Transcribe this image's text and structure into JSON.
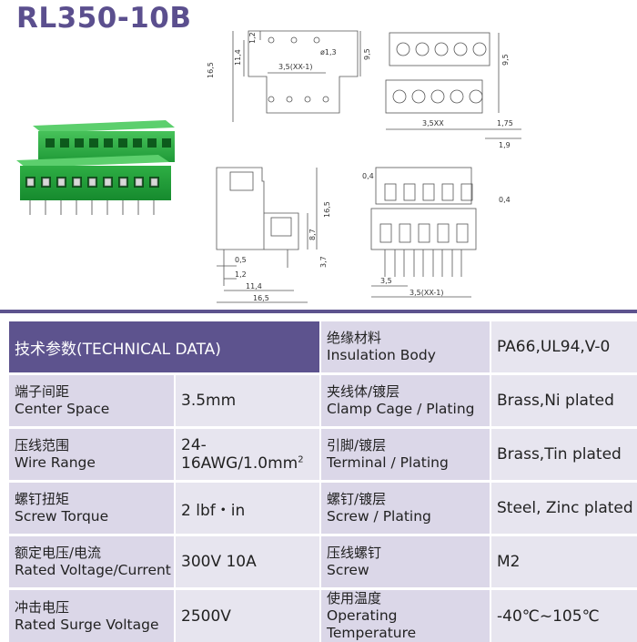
{
  "title": "RL350-10B",
  "drawing_labels": {
    "h16_5": "16,5",
    "h11_4": "11,4",
    "h1_2": "1,2",
    "pitch_formula": "3,5(XX-1)",
    "hole": "ø1,3",
    "h9_5a": "9,5",
    "h9_5b": "9,5",
    "w3_5xx": "3,5XX",
    "w1_75": "1,75",
    "w1_9": "1,9",
    "s0_4a": "0,4",
    "s0_4b": "0,4",
    "s16_5": "16,5",
    "s8_7": "8,7",
    "s3_7": "3,7",
    "s0_5": "0,5",
    "s1_2": "1,2",
    "s11_4": "11,4",
    "s16_5b": "16,5",
    "p3_5": "3,5",
    "p3_5xx": "3,5(XX-1)"
  },
  "table": {
    "header": "技术参数(TECHNICAL DATA)",
    "left": [
      {
        "cn": "端子间距",
        "en": "Center Space",
        "value": "3.5mm"
      },
      {
        "cn": "压线范围",
        "en": "Wire Range",
        "value": "24-16AWG/1.0mm",
        "sup": "2"
      },
      {
        "cn": "螺钉扭矩",
        "en": "Screw Torque",
        "value": "2 lbf・in"
      },
      {
        "cn": "额定电压/电流",
        "en": "Rated Voltage/Current",
        "value": "300V 10A"
      },
      {
        "cn": "冲击电压",
        "en": "Rated Surge Voltage",
        "value": "2500V"
      }
    ],
    "right": [
      {
        "cn": "绝缘材料",
        "en": "Insulation Body",
        "value": "PA66,UL94,V-0"
      },
      {
        "cn": "夹线体/镀层",
        "en": "Clamp Cage / Plating",
        "value": "Brass,Ni plated"
      },
      {
        "cn": "引脚/镀层",
        "en": "Terminal / Plating",
        "value": "Brass,Tin plated"
      },
      {
        "cn": "螺钉/镀层",
        "en": "Screw / Plating",
        "value": "Steel, Zinc plated"
      },
      {
        "cn": "压线螺钉",
        "en": "Screw",
        "value": "M2"
      },
      {
        "cn": "使用温度",
        "en": "Operating Temperature",
        "value": "-40℃~105℃"
      }
    ]
  }
}
